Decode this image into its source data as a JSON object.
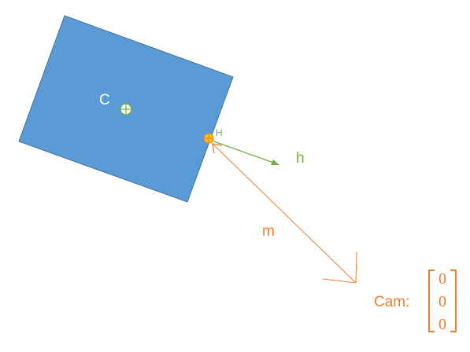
{
  "colors": {
    "rect_fill": "#5B9BD5",
    "rect_stroke": "#41719C",
    "orange": "#ED7D31",
    "green": "#70AD47",
    "point_yellow": "#FFC000",
    "white": "#FFFFFF"
  },
  "labels": {
    "center": "C",
    "hit_point": "H",
    "normal": "h",
    "vector_m": "m",
    "camera": "Cam:"
  },
  "camera_vector": [
    "0",
    "0",
    "0"
  ]
}
